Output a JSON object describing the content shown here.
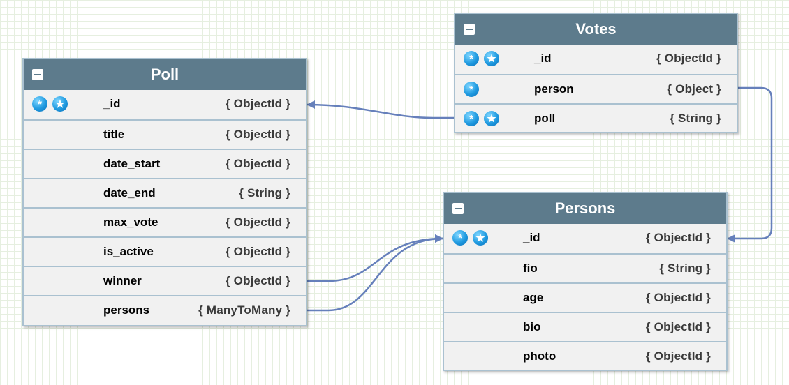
{
  "diagram": {
    "tables": [
      {
        "id": "poll",
        "title": "Poll",
        "fields": [
          {
            "name": "_id",
            "type": "{ ObjectId }",
            "key": true,
            "star": true
          },
          {
            "name": "title",
            "type": "{ ObjectId }"
          },
          {
            "name": "date_start",
            "type": "{ ObjectId }"
          },
          {
            "name": "date_end",
            "type": "{ String }"
          },
          {
            "name": "max_vote",
            "type": "{ ObjectId }"
          },
          {
            "name": "is_active",
            "type": "{ ObjectId }"
          },
          {
            "name": "winner",
            "type": "{ ObjectId }"
          },
          {
            "name": "persons",
            "type": "{ ManyToMany }"
          }
        ]
      },
      {
        "id": "votes",
        "title": "Votes",
        "fields": [
          {
            "name": "_id",
            "type": "{ ObjectId }",
            "key": true,
            "star": true
          },
          {
            "name": "person",
            "type": "{ Object }",
            "key": true
          },
          {
            "name": "poll",
            "type": "{ String }",
            "key": true,
            "star": true
          }
        ]
      },
      {
        "id": "persons",
        "title": "Persons",
        "fields": [
          {
            "name": "_id",
            "type": "{ ObjectId }",
            "key": true,
            "star": true
          },
          {
            "name": "fio",
            "type": "{ String }"
          },
          {
            "name": "age",
            "type": "{ ObjectId }"
          },
          {
            "name": "bio",
            "type": "{ ObjectId }"
          },
          {
            "name": "photo",
            "type": "{ ObjectId }"
          }
        ]
      }
    ],
    "relations": [
      {
        "from": "votes.poll",
        "to": "poll._id"
      },
      {
        "from": "votes.person",
        "to": "persons._id"
      },
      {
        "from": "poll.winner",
        "to": "persons._id"
      },
      {
        "from": "poll.persons",
        "to": "persons._id"
      }
    ],
    "icons": {
      "key": "key-icon",
      "star": "star-icon",
      "collapse": "collapse-icon"
    },
    "colors": {
      "header": "#5d7b8c",
      "border": "#aac1d0",
      "row": "#f1f1f1",
      "connector": "#6680bb"
    }
  }
}
